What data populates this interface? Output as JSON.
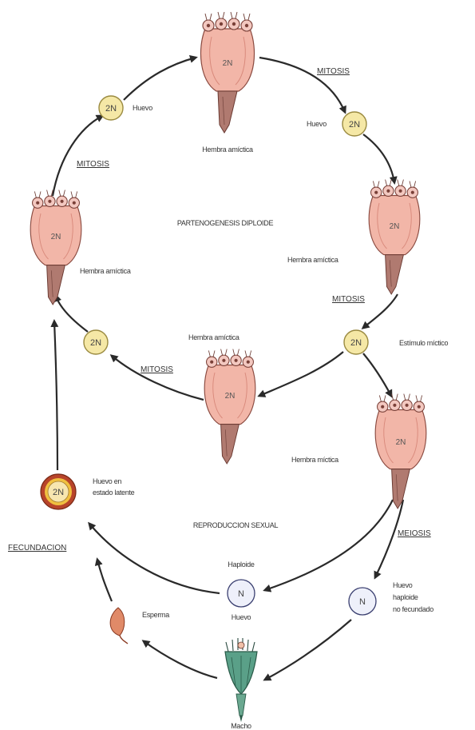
{
  "colors": {
    "female": "#f2b6a8",
    "female_dark": "#d98a7c",
    "egg_fill": "#f5e8a6",
    "egg_stroke": "#9a8a40",
    "resting_egg_outer": "#b8442a",
    "resting_egg_ring": "#f0c040",
    "haploid_egg": "#eef0fa",
    "male": "#5aa088",
    "arrow": "#2a2a2a"
  },
  "diagram": {
    "cycles": {
      "parthenogenesis": "PARTENOGENESIS DIPLOIDE",
      "sexual": "REPRODUCCION SEXUAL"
    },
    "processes": {
      "mitosis": "MITOSIS",
      "meiosis": "MEIOSIS",
      "fertilization": "FECUNDACION"
    },
    "ploidy": {
      "diploid": "2N",
      "haploid": "N"
    },
    "labels": {
      "female_top": "Hembra amíctica",
      "egg_left_top": "Huevo",
      "egg_right_top": "Huevo",
      "female_right_upper": "Hembra amíctica",
      "female_left": "Hembra amíctica",
      "female_center": "Hembra amíctica",
      "stimulus": "Estímulo míctico",
      "female_mictic": "Hembra míctica",
      "resting_egg": [
        "Huevo en",
        "estado latente"
      ],
      "haploid_top": "Haploide",
      "haploid_bottom": "Huevo",
      "unfertilized_egg": [
        "Huevo",
        "haploide",
        "no fecundado"
      ],
      "sperm": "Esperma",
      "male": "Macho"
    }
  }
}
